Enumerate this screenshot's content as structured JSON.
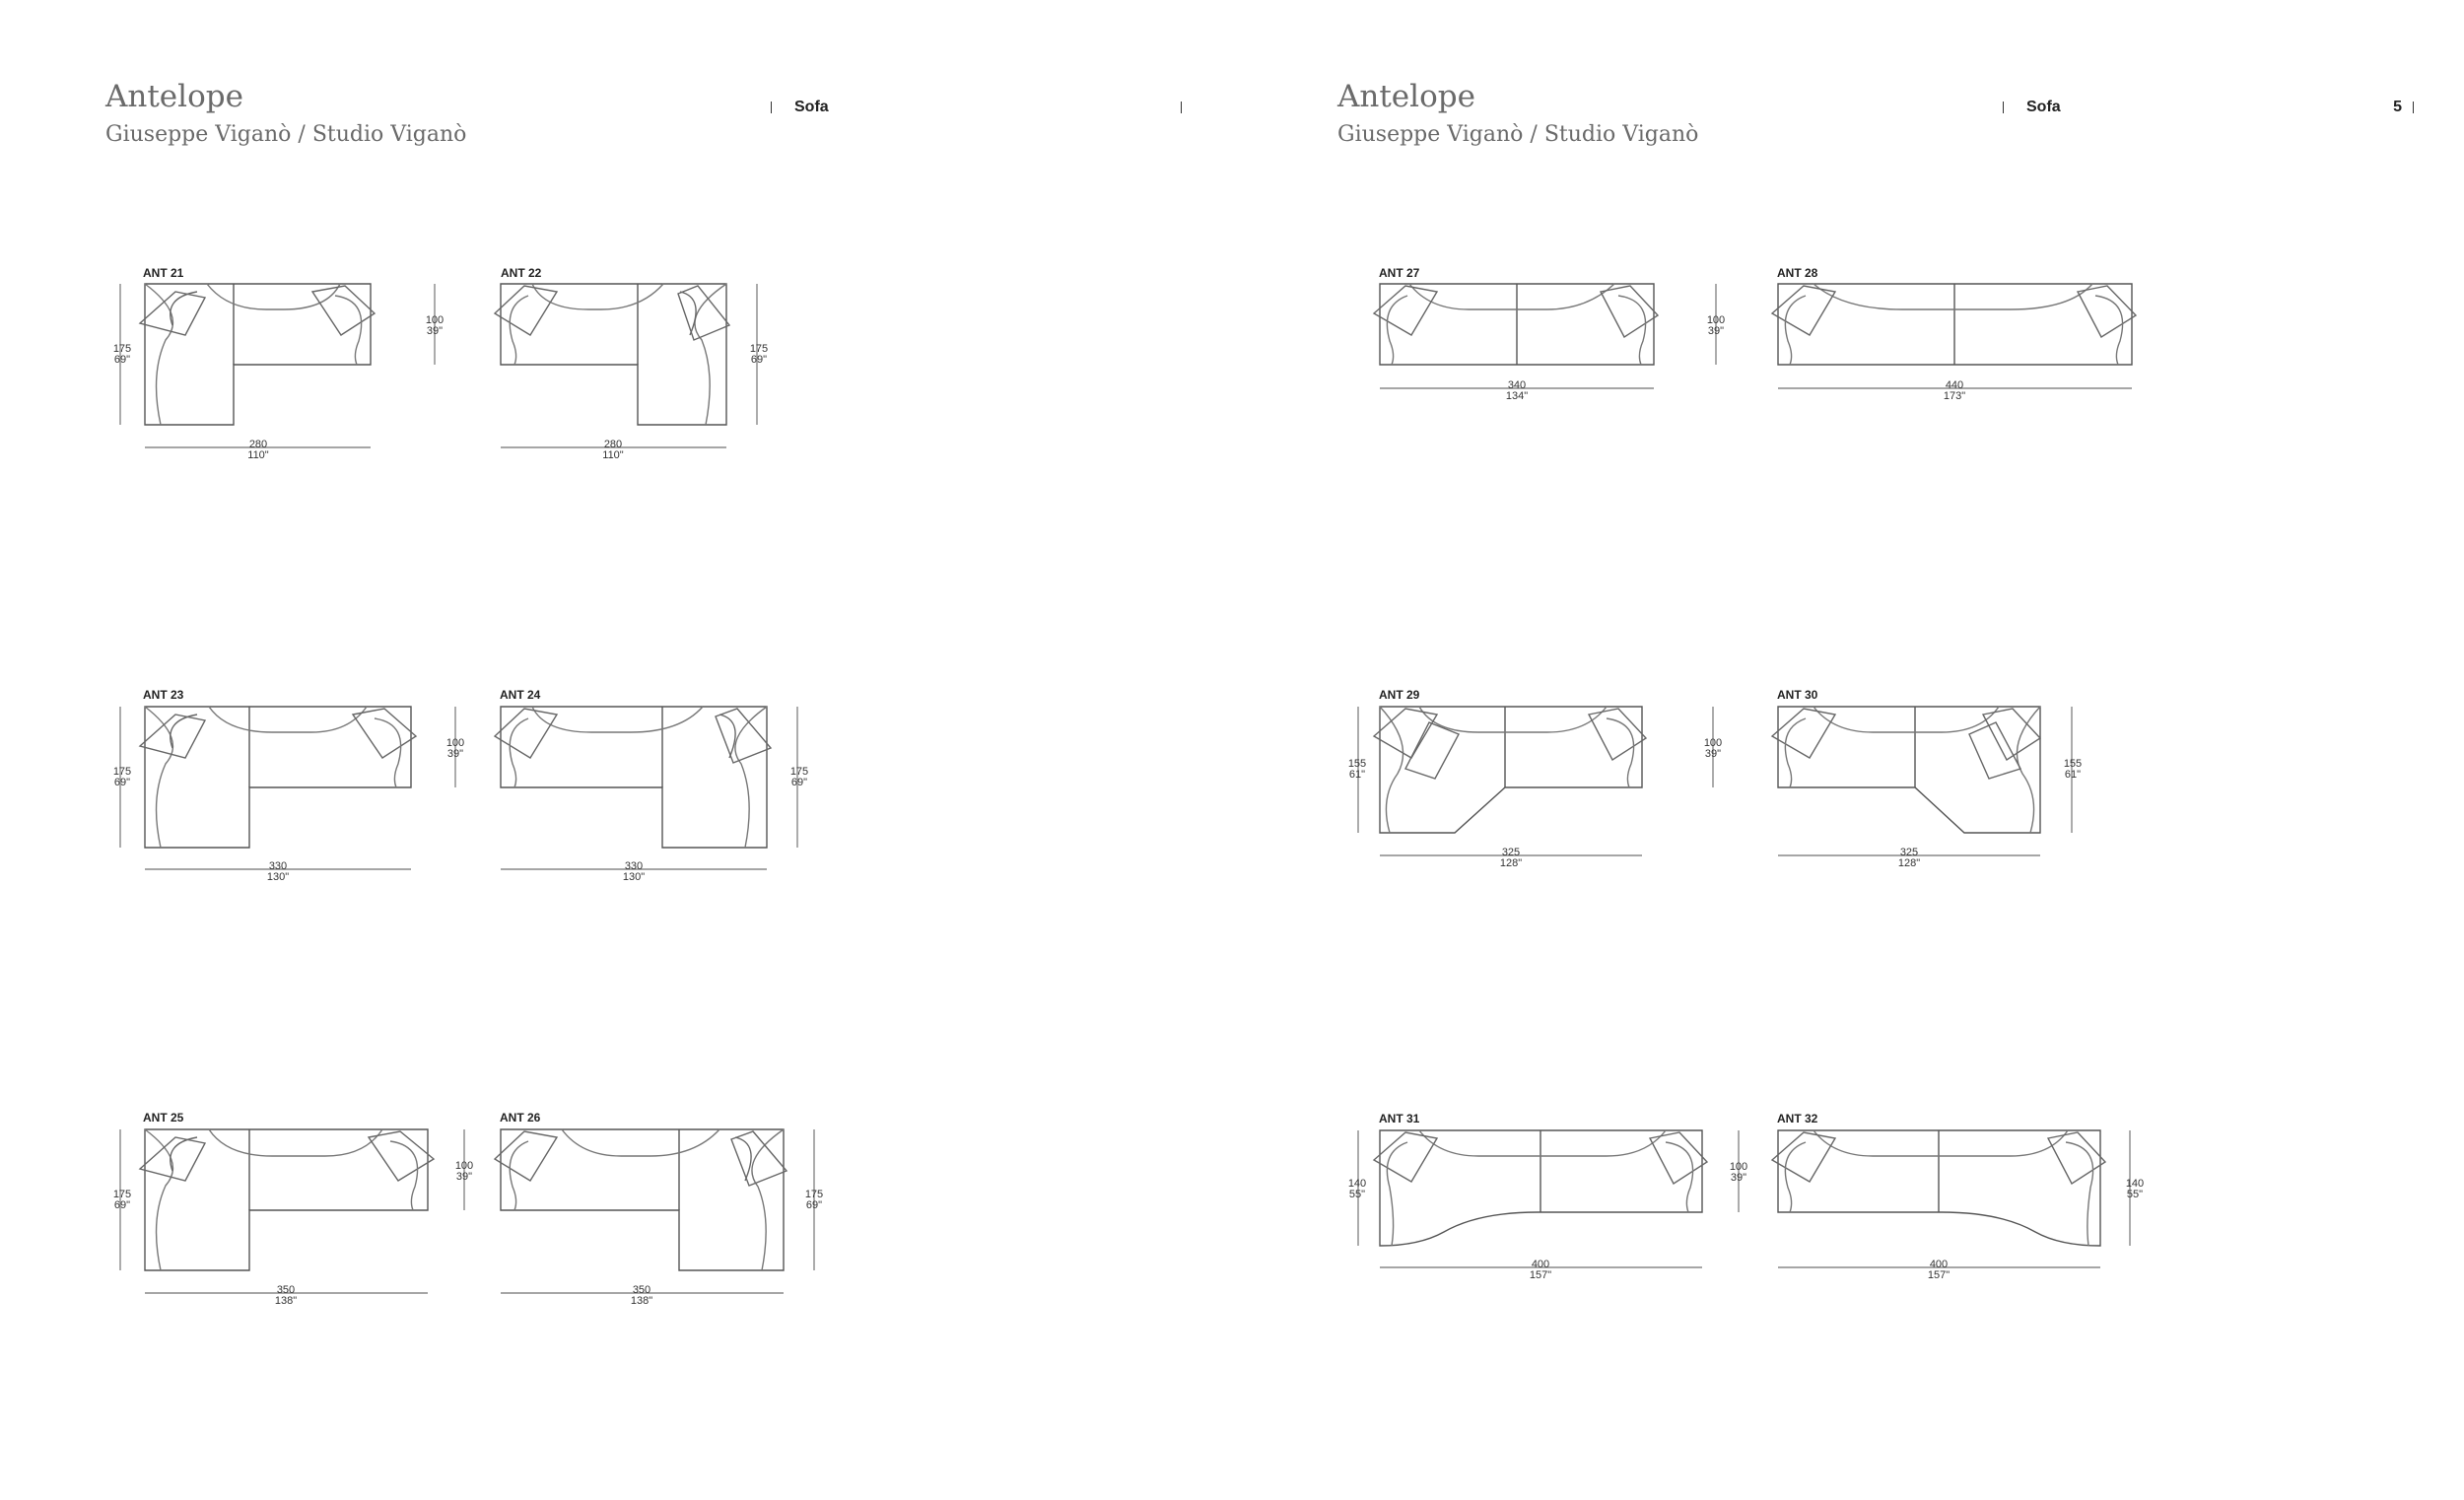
{
  "pages": [
    {
      "title": "Antelope",
      "subtitle": "Giuseppe Viganò / Studio Viganò",
      "section": "Sofa",
      "page_number": "",
      "models": [
        {
          "code": "ANT 21",
          "width_cm": "280",
          "width_in": "110\"",
          "depth_cm": "175",
          "depth_in": "69\"",
          "seat_cm": "100",
          "seat_in": "39\""
        },
        {
          "code": "ANT 22",
          "width_cm": "280",
          "width_in": "110\"",
          "depth_cm": "175",
          "depth_in": "69\"",
          "seat_cm": "100",
          "seat_in": "39\""
        },
        {
          "code": "ANT 23",
          "width_cm": "330",
          "width_in": "130\"",
          "depth_cm": "175",
          "depth_in": "69\"",
          "seat_cm": "100",
          "seat_in": "39\""
        },
        {
          "code": "ANT 24",
          "width_cm": "330",
          "width_in": "130\"",
          "depth_cm": "175",
          "depth_in": "69\"",
          "seat_cm": "100",
          "seat_in": "39\""
        },
        {
          "code": "ANT 25",
          "width_cm": "350",
          "width_in": "138\"",
          "depth_cm": "175",
          "depth_in": "69\"",
          "seat_cm": "100",
          "seat_in": "39\""
        },
        {
          "code": "ANT 26",
          "width_cm": "350",
          "width_in": "138\"",
          "depth_cm": "175",
          "depth_in": "69\"",
          "seat_cm": "100",
          "seat_in": "39\""
        }
      ]
    },
    {
      "title": "Antelope",
      "subtitle": "Giuseppe Viganò / Studio Viganò",
      "section": "Sofa",
      "page_number": "5",
      "models": [
        {
          "code": "ANT 27",
          "width_cm": "340",
          "width_in": "134\"",
          "seat_cm": "100",
          "seat_in": "39\""
        },
        {
          "code": "ANT 28",
          "width_cm": "440",
          "width_in": "173\""
        },
        {
          "code": "ANT 29",
          "width_cm": "325",
          "width_in": "128\"",
          "depth_cm": "155",
          "depth_in": "61\"",
          "seat_cm": "100",
          "seat_in": "39\""
        },
        {
          "code": "ANT 30",
          "width_cm": "325",
          "width_in": "128\"",
          "depth_cm": "155",
          "depth_in": "61\""
        },
        {
          "code": "ANT 31",
          "width_cm": "400",
          "width_in": "157\"",
          "depth_cm": "140",
          "depth_in": "55\"",
          "seat_cm": "100",
          "seat_in": "39\""
        },
        {
          "code": "ANT 32",
          "width_cm": "400",
          "width_in": "157\"",
          "depth_cm": "140",
          "depth_in": "55\""
        }
      ]
    }
  ]
}
